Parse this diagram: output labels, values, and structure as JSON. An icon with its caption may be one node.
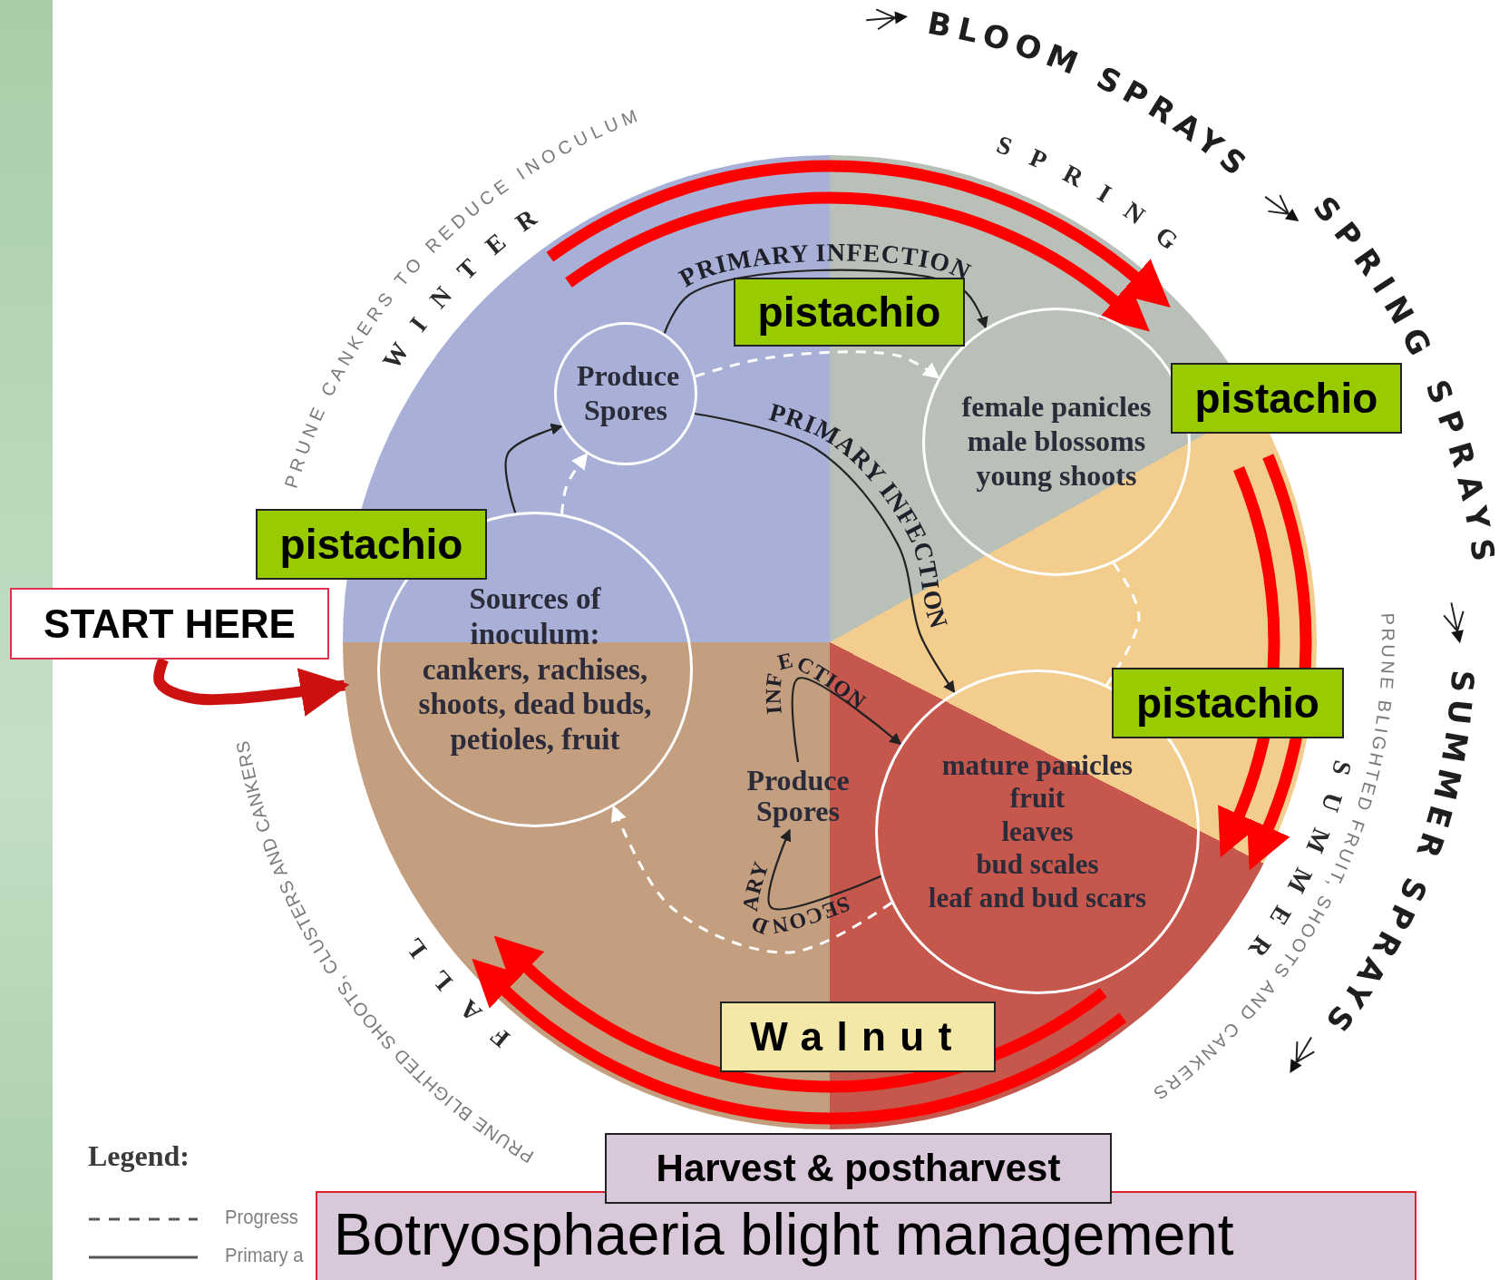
{
  "diagram": {
    "title": "Botryosphaeria blight management",
    "nodes": [
      {
        "text": [],
        "shape": "circle"
      },
      {
        "text": [
          "Produce Spores"
        ],
        "in": 0
      },
      {
        "text": [
          "female panicles",
          "male blossoms",
          "young shoots"
        ],
        "in": 0
      },
      {
        "text": [
          "Sources of inoculum:",
          "cankers, rachises, shoots, dead buds, petioles, fruit"
        ],
        "in": 0
      },
      {
        "text": [
          "Produce Spores"
        ],
        "in": 0
      },
      {
        "text": [
          "mature panicles",
          "fruit",
          "leaves",
          "bud scales",
          "leaf and bud scars"
        ],
        "in": 0
      },
      {
        "text": [
          "pistachio"
        ],
        "in": 0
      },
      {
        "text": [
          "pistachio"
        ]
      },
      {
        "text": [
          "START HERE"
        ]
      },
      {
        "text": [
          "pistachio"
        ]
      },
      {
        "text": [
          "pistachio"
        ]
      },
      {
        "text": [
          "Walnut"
        ],
        "in": 0
      },
      {
        "text": [
          "Harvest & postharvest"
        ]
      }
    ],
    "edges": [
      {
        "from": 3,
        "to": 1,
        "arrow": "to"
      },
      {
        "from": 3,
        "to": 1,
        "arrow": "to",
        "style": "dashed",
        "color": "#ffffff"
      },
      {
        "from": 1,
        "to": 2,
        "arrow": "to",
        "label": "PRIMARY INFECTION"
      },
      {
        "from": 1,
        "to": 2,
        "arrow": "to",
        "style": "dashed",
        "color": "#ffffff"
      },
      {
        "from": 1,
        "to": 5,
        "arrow": "to",
        "label": "PRIMARY INFECTION"
      },
      {
        "from": 2,
        "to": 5,
        "arrow": "none",
        "style": "dashed",
        "color": "#ffffff"
      },
      {
        "from": 5,
        "to": 3,
        "arrow": "to",
        "style": "dashed",
        "color": "#ffffff"
      },
      {
        "from": 4,
        "to": 5,
        "arrow": "to",
        "label": "INFECTION"
      },
      {
        "from": 5,
        "to": 4,
        "arrow": "to",
        "label": "SECONDARY"
      },
      {
        "from": 8,
        "to": 0,
        "arrow": "to",
        "style": "thick",
        "color": "#cc1111"
      }
    ],
    "labels": [
      "PRUNE CANKERS TO REDUCE INOCULUM",
      "WINTER",
      "BLOOM SPRAYS",
      "SPRING",
      "SPRING SPRAYS",
      "SUMMER SPRAYS",
      "PRUNE BLIGHTED FRUIT, SHOOTS AND CANKERS",
      "SUMMER",
      "FALL",
      "PRUNE BLIGHTED SHOOTS, CLUSTERS AND CANKERS",
      "Legend:"
    ],
    "legend": [
      {
        "text": "Progress"
      },
      {
        "text": "Primary a"
      }
    ]
  }
}
